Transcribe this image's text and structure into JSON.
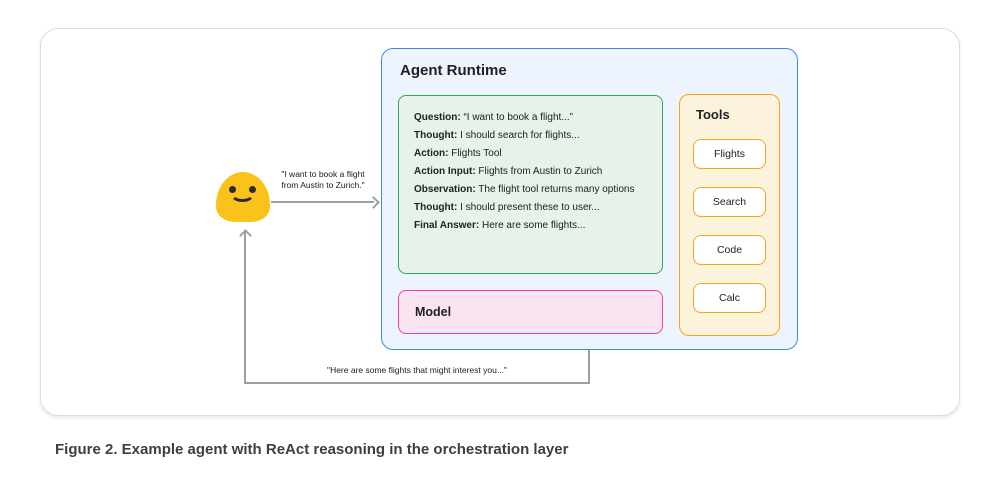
{
  "figure": {
    "caption": "Figure 2. Example agent with ReAct reasoning in the orchestration layer"
  },
  "user": {
    "icon": "smiley-user",
    "request_label_line1": "\"I want to book a flight",
    "request_label_line2": "from Austin to Zurich.\"",
    "response_label": "\"Here are some flights that might interest you...\""
  },
  "agent_runtime": {
    "title": "Agent Runtime",
    "react_trace": {
      "lines": [
        {
          "label": "Question:",
          "text": " “I want to book a flight...”"
        },
        {
          "label": "Thought:",
          "text": " I should search for flights..."
        },
        {
          "label": "Action:",
          "text": " Flights Tool"
        },
        {
          "label": "Action Input:",
          "text": " Flights from Austin to Zurich"
        },
        {
          "label": "Observation:",
          "text": " The flight tool returns many options"
        },
        {
          "label": "Thought:",
          "text": " I should present these to user..."
        },
        {
          "label": "Final Answer:",
          "text": " Here are some flights..."
        }
      ]
    },
    "model": {
      "label": "Model"
    },
    "tools": {
      "title": "Tools",
      "items": [
        "Flights",
        "Search",
        "Code",
        "Calc"
      ]
    }
  },
  "colors": {
    "runtime_border": "#4285f4",
    "runtime_bg": "#eef4fe",
    "react_border": "#34a853",
    "react_bg": "#e6f2ea",
    "model_border": "#f43f9d",
    "model_bg": "#fbe4f1",
    "tools_border": "#f2a71b",
    "tools_bg": "#fbf3dc",
    "arrow": "#9aa0a6",
    "emoji": "#fcc21c"
  }
}
